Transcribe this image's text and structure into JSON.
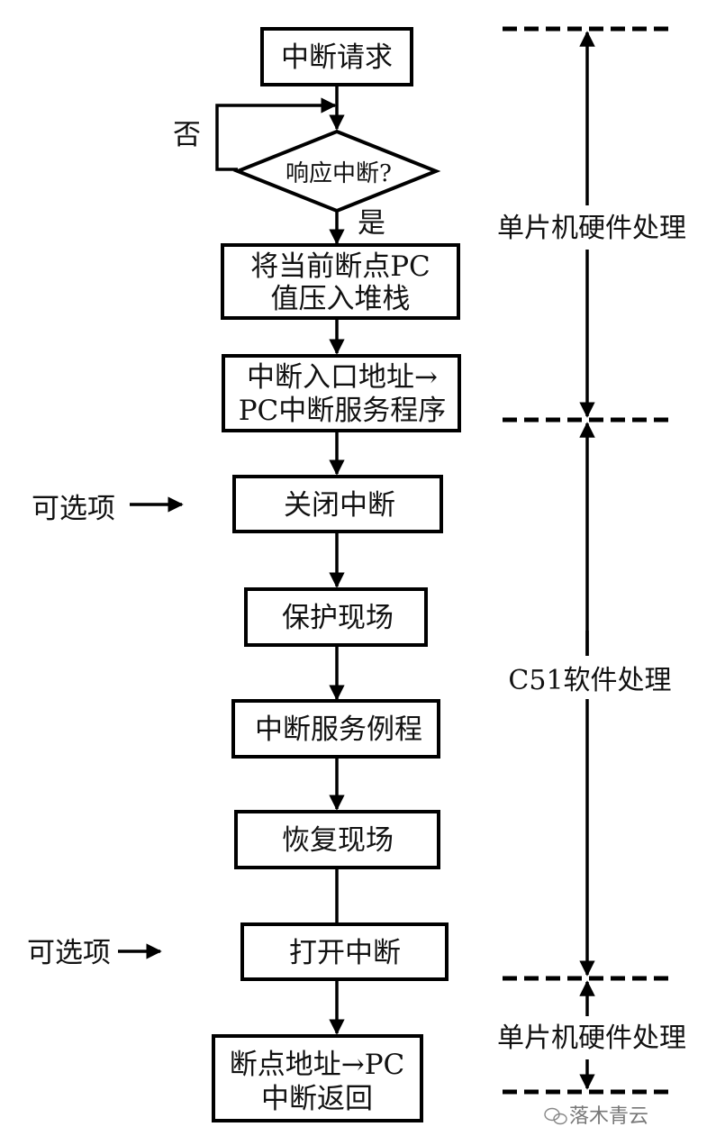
{
  "diagram": {
    "title": "Interrupt handling flowchart",
    "nodes": {
      "interrupt_request": "中断请求",
      "decision": "响应中断?",
      "push_pc_line1": "将当前断点PC",
      "push_pc_line2": "值压入堆栈",
      "entry_line1": "中断入口地址→",
      "entry_line2": "PC中断服务程序",
      "disable_int": "关闭中断",
      "save_context": "保护现场",
      "service_routine": "中断服务例程",
      "restore_context": "恢复现场",
      "enable_int": "打开中断",
      "return_line1": "断点地址→PC",
      "return_line2": "中断返回"
    },
    "branch_labels": {
      "no": "否",
      "yes": "是"
    },
    "optional_labels": {
      "disable": "可选项",
      "enable": "可选项"
    },
    "phases": [
      {
        "label": "单片机硬件处理"
      },
      {
        "label": "C51软件处理"
      },
      {
        "label": "单片机硬件处理"
      }
    ],
    "watermark": "落木青云"
  }
}
